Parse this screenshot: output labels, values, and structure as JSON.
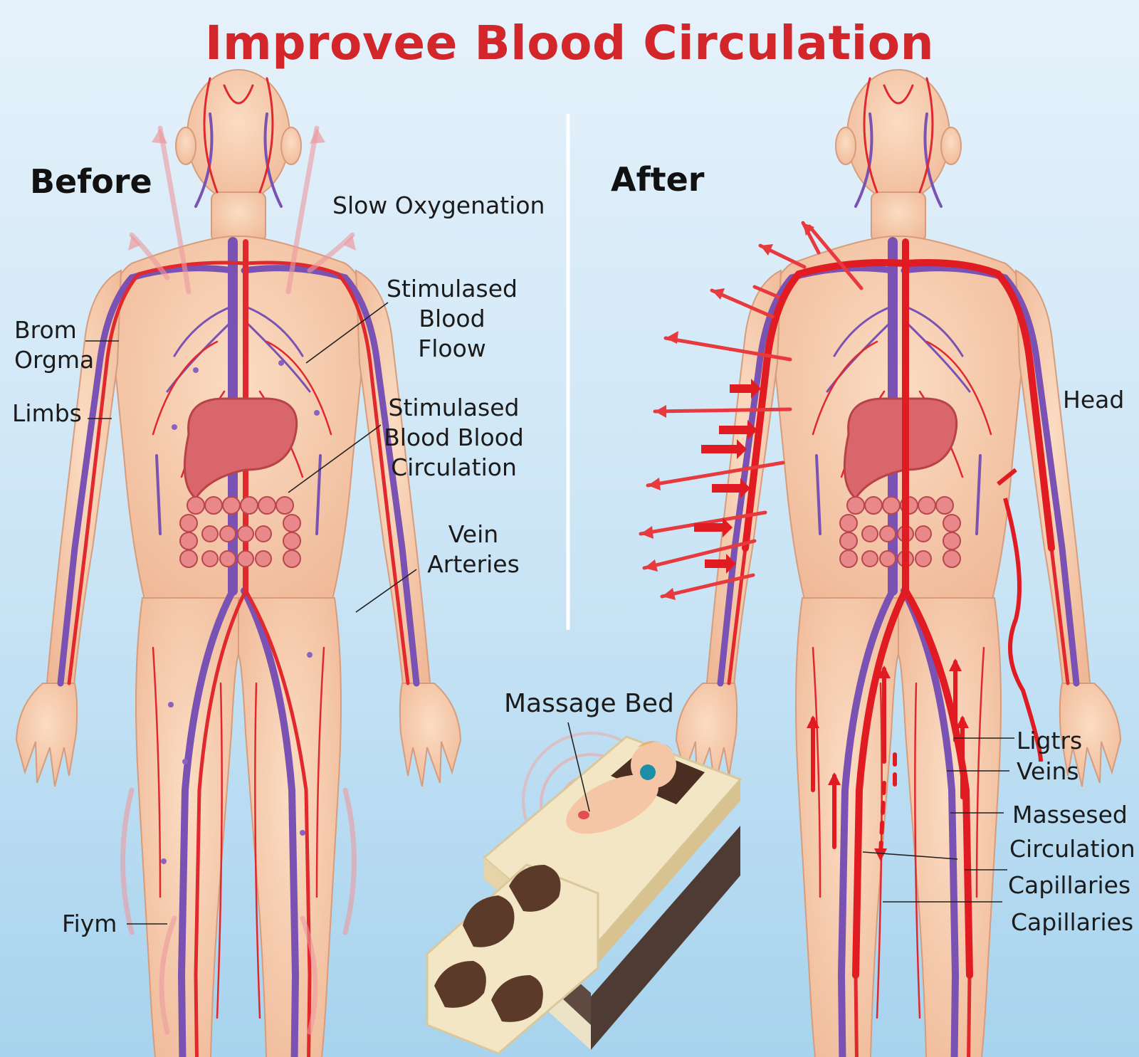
{
  "title": "Improvee Blood Circulation",
  "before": {
    "heading": "Before",
    "labels": {
      "slow_oxygenation": "Slow Oxygenation",
      "stimulated_flow": [
        "Stimulased",
        "Blood",
        "Floow"
      ],
      "brom_orgma": [
        "Brom",
        "Orgma"
      ],
      "limbs": "Limbs",
      "stimulated_circulation": [
        "Stimulased",
        "Blood Blood",
        "Circulation"
      ],
      "vein_arteries": [
        "Vein",
        "Arteries"
      ],
      "fiym": "Fiym"
    }
  },
  "after": {
    "heading": "After",
    "labels": {
      "head": "Head",
      "ligtrs": "Ligtrs",
      "veins": "Veins",
      "massesed": "Massesed",
      "circulation": "Circulation",
      "capillaries_1": "Capillaries",
      "capillaries_2": "Capillaries"
    }
  },
  "massage_bed": {
    "label": "Massage Bed"
  },
  "colors": {
    "title": "#d2262b",
    "artery": "#e0282d",
    "vein": "#7a52b3",
    "skin": "#f6cdae",
    "bed_cushion": "#f3e6c4",
    "bed_base": "#4e3b33"
  }
}
